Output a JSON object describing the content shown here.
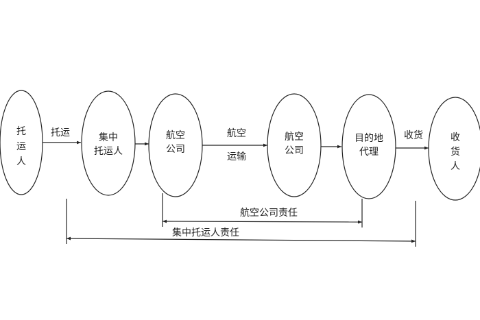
{
  "nodes": [
    {
      "id": "shipper",
      "lines": [
        "托",
        "运",
        "人"
      ]
    },
    {
      "id": "consolidator",
      "lines": [
        "集中",
        "托运人"
      ]
    },
    {
      "id": "airline1",
      "lines": [
        "航空",
        "公司"
      ]
    },
    {
      "id": "airline2",
      "lines": [
        "航空",
        "公司"
      ]
    },
    {
      "id": "dest_agent",
      "lines": [
        "目的地",
        "代理"
      ]
    },
    {
      "id": "consignee",
      "lines": [
        "收",
        "货",
        "人"
      ]
    }
  ],
  "edge_labels": {
    "consign": "托运",
    "air_transport_1": "航空",
    "air_transport_2": "运输",
    "receive": "收货"
  },
  "responsibility": {
    "airline": "航空公司责任",
    "consolidator": "集中托运人责任"
  },
  "colors": {
    "stroke": "#222222",
    "text": "#222222"
  }
}
